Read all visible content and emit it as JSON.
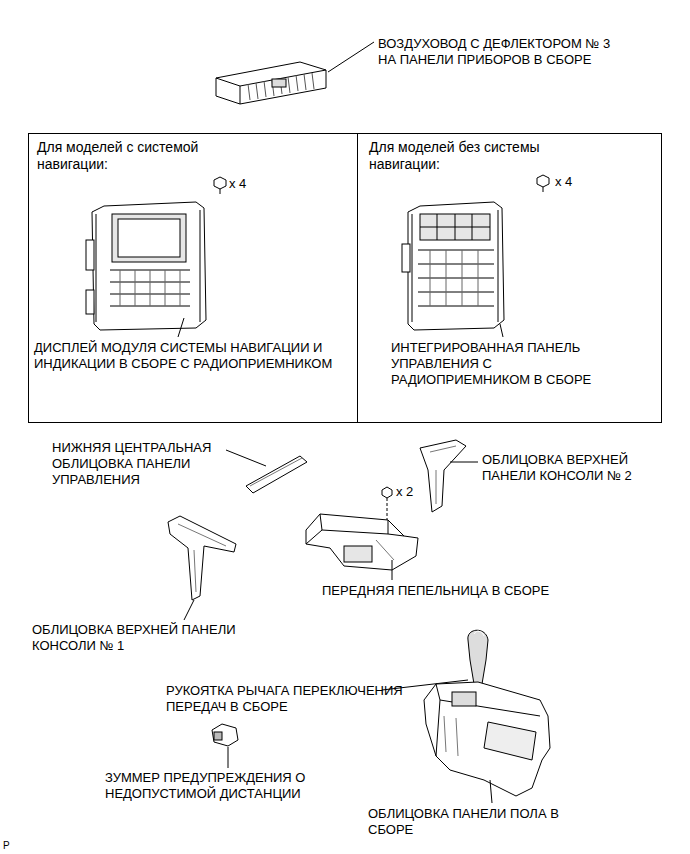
{
  "diagram": {
    "nodes": [
      {
        "text": [
          "Для моделей с системой навигации:",
          "x 4",
          "ДИСПЛЕЙ МОДУЛЯ СИСТЕМЫ НАВИГАЦИИ И ИНДИКАЦИИ В СБОРЕ С РАДИОПРИЕМНИКОМ"
        ]
      },
      {
        "text": [
          "Для моделей без системы навигации:",
          "x 4",
          "ИНТЕГРИРОВАННАЯ ПАНЕЛЬ УПРАВЛЕНИЯ С РАДИОПРИЕМНИКОМ В СБОРЕ"
        ]
      }
    ],
    "labels": [
      "ВОЗДУХОВОД С ДЕФЛЕКТОРОМ № 3 НА ПАНЕЛИ ПРИБОРОВ В СБОРЕ",
      "НИЖНЯЯ ЦЕНТРАЛЬНАЯ ОБЛИЦОВКА ПАНЕЛИ УПРАВЛЕНИЯ",
      "ОБЛИЦОВКА ВЕРХНЕЙ ПАНЕЛИ КОНСОЛИ № 2",
      "x 2",
      "ПЕРЕДНЯЯ ПЕПЕЛЬНИЦА В СБОРЕ",
      "ОБЛИЦОВКА ВЕРХНЕЙ ПАНЕЛИ КОНСОЛИ № 1",
      "РУКОЯТКА РЫЧАГА ПЕРЕКЛЮЧЕНИЯ ПЕРЕДАЧ В СБОРЕ",
      "ЗУММЕР ПРЕДУПРЕЖДЕНИЯ О НЕДОПУСТИМОЙ ДИСТАНЦИИ",
      "ОБЛИЦОВКА ПАНЕЛИ ПОЛА В СБОРЕ",
      "P"
    ]
  }
}
